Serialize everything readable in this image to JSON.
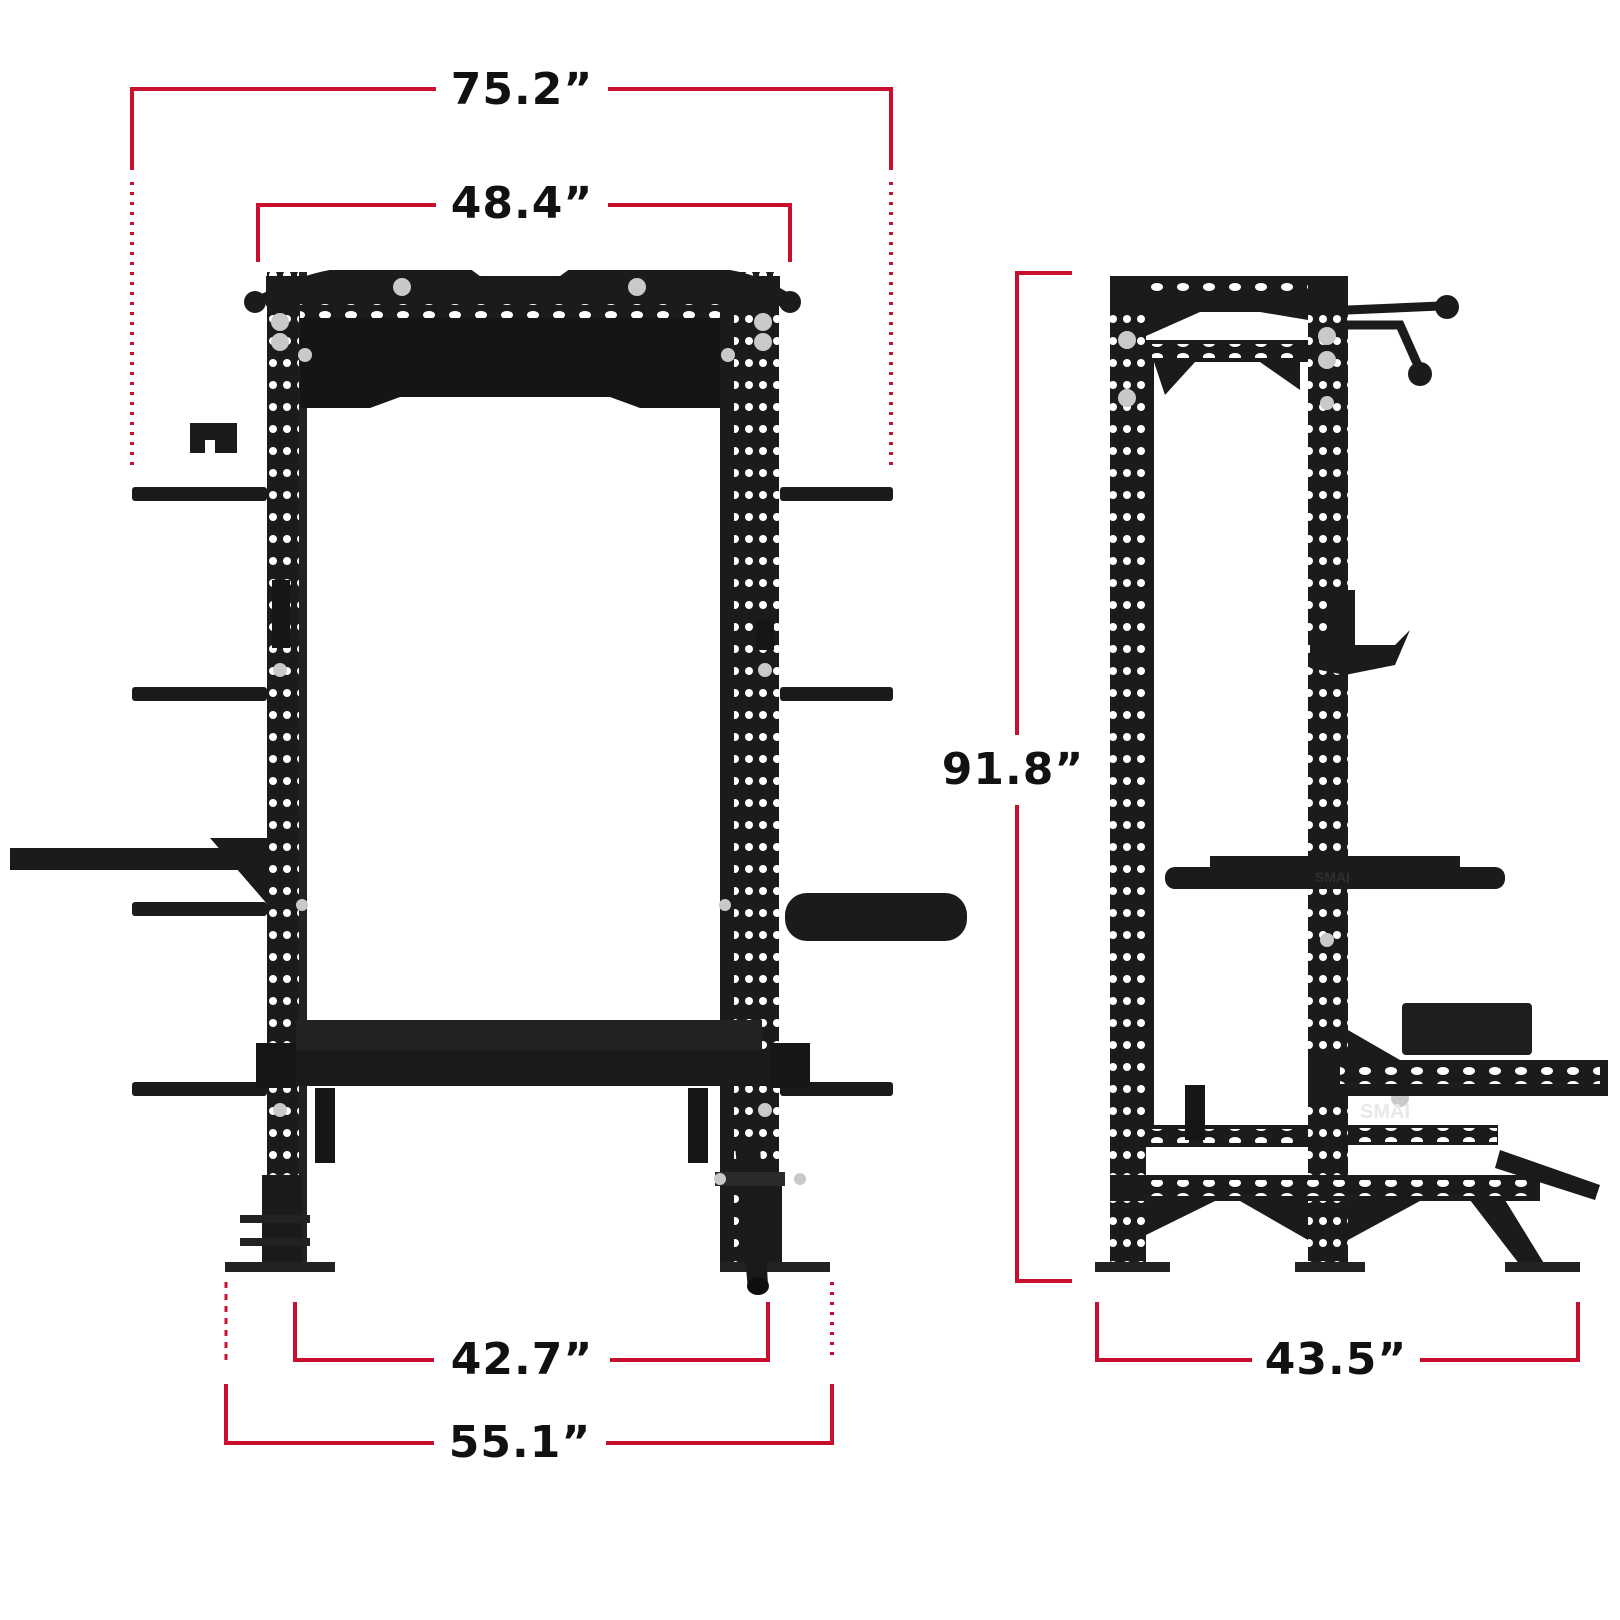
{
  "colors": {
    "dimension_line": "#c8102e",
    "frame": "#1b1b1b",
    "frame_dark": "#111111",
    "bolt": "#c9c9c9",
    "pad": "#2a2a2a",
    "label": "#111111",
    "background": "#ffffff"
  },
  "front_view": {
    "dimensions": {
      "overall_width_top": "75.2”",
      "inner_width_top": "48.4”",
      "inner_base_width": "42.7”",
      "overall_base_width": "55.1”"
    }
  },
  "side_view": {
    "dimensions": {
      "height": "91.8”",
      "depth": "43.5”"
    },
    "logos": [
      "SMAI",
      "SMAI"
    ]
  }
}
